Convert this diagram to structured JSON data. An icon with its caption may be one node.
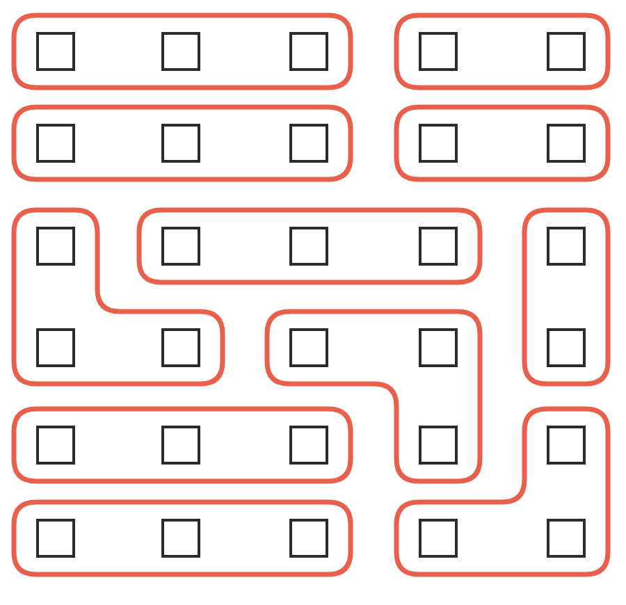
{
  "diagram": {
    "nodes": [
      {
        "text": [],
        "shape": "outline"
      },
      {
        "text": [],
        "shape": "box",
        "in": 0
      },
      {
        "text": [],
        "shape": "box",
        "in": 0
      },
      {
        "text": [],
        "shape": "box",
        "in": 0
      },
      {
        "text": [],
        "shape": "outline"
      },
      {
        "text": [],
        "shape": "box",
        "in": 4
      },
      {
        "text": [],
        "shape": "box",
        "in": 4
      },
      {
        "text": [],
        "shape": "outline"
      },
      {
        "text": [],
        "shape": "box",
        "in": 7
      },
      {
        "text": [],
        "shape": "box",
        "in": 7
      },
      {
        "text": [],
        "shape": "box",
        "in": 7
      },
      {
        "text": [],
        "shape": "outline"
      },
      {
        "text": [],
        "shape": "box",
        "in": 11
      },
      {
        "text": [],
        "shape": "box",
        "in": 11
      },
      {
        "text": [],
        "shape": "outline"
      },
      {
        "text": [],
        "shape": "box",
        "in": 14
      },
      {
        "text": [],
        "shape": "box",
        "in": 14
      },
      {
        "text": [],
        "shape": "box",
        "in": 14
      },
      {
        "text": [],
        "shape": "outline"
      },
      {
        "text": [],
        "shape": "box",
        "in": 18
      },
      {
        "text": [],
        "shape": "box",
        "in": 18
      },
      {
        "text": [],
        "shape": "box",
        "in": 18
      },
      {
        "text": [],
        "shape": "outline"
      },
      {
        "text": [],
        "shape": "box",
        "in": 22
      },
      {
        "text": [],
        "shape": "box",
        "in": 22
      },
      {
        "text": [],
        "shape": "outline"
      },
      {
        "text": [],
        "shape": "box",
        "in": 25
      },
      {
        "text": [],
        "shape": "box",
        "in": 25
      },
      {
        "text": [],
        "shape": "box",
        "in": 25
      },
      {
        "text": [],
        "shape": "outline"
      },
      {
        "text": [],
        "shape": "box",
        "in": 29
      },
      {
        "text": [],
        "shape": "box",
        "in": 29
      },
      {
        "text": [],
        "shape": "box",
        "in": 29
      },
      {
        "text": [],
        "shape": "outline"
      },
      {
        "text": [],
        "shape": "box",
        "in": 33
      },
      {
        "text": [],
        "shape": "box",
        "in": 33
      },
      {
        "text": [],
        "shape": "box",
        "in": 33
      },
      {
        "text": [],
        "shape": "outline"
      },
      {
        "text": [],
        "shape": "box",
        "in": 37
      },
      {
        "text": [],
        "shape": "box",
        "in": 37
      },
      {
        "text": [],
        "shape": "box",
        "in": 37
      }
    ]
  }
}
